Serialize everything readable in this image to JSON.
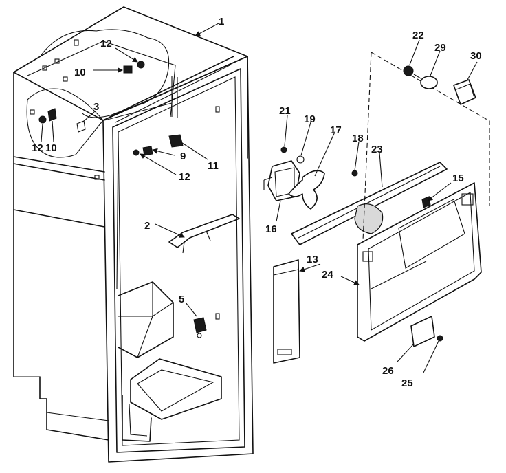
{
  "callouts": [
    "1",
    "2",
    "3",
    "5",
    "9",
    "10",
    "10",
    "11",
    "12",
    "12",
    "12",
    "13",
    "15",
    "16",
    "17",
    "18",
    "19",
    "21",
    "22",
    "23",
    "24",
    "25",
    "26",
    "29",
    "30"
  ]
}
